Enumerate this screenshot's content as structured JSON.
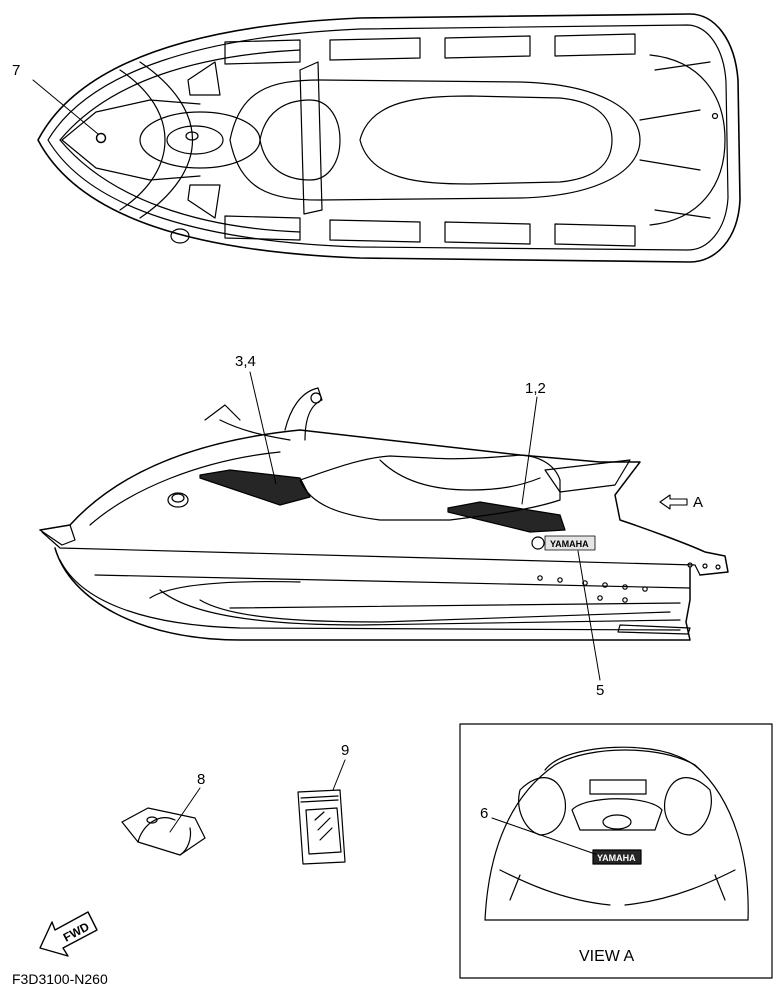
{
  "callouts": {
    "c7": "7",
    "c34": "3,4",
    "c12": "1,2",
    "c5": "5",
    "c8": "8",
    "c9": "9",
    "c6": "6",
    "arrow_a": "A"
  },
  "view_label": "VIEW A",
  "figure_code": "F3D3100-N260",
  "fwd_label": "FWD",
  "decal_text": "YAMAHA"
}
